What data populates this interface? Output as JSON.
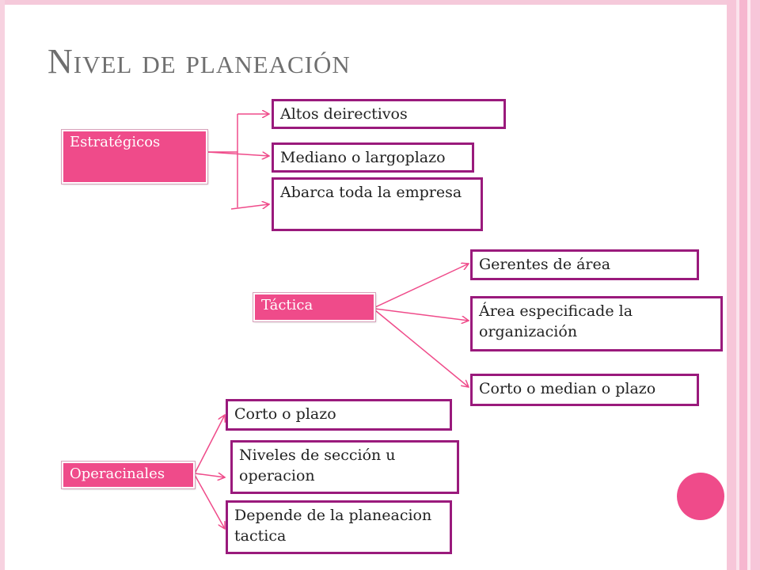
{
  "title": "Nivel de planeación",
  "colors": {
    "accent_pink": "#ef4b8a",
    "box_border": "#9a1a7c",
    "title_text": "#6f6f6f",
    "arrow": "#ef4b8a",
    "frame": "#f5c9da"
  },
  "groups": [
    {
      "label": "Estratégicos",
      "items": [
        "Altos deirectivos",
        "Mediano o largoplazo",
        "Abarca toda la empresa"
      ]
    },
    {
      "label": "Táctica",
      "items": [
        "Gerentes de área",
        "Área especificade la organización",
        "Corto o median o plazo"
      ]
    },
    {
      "label": "Operacinales",
      "items": [
        "Corto o plazo",
        "Niveles de sección u operacion",
        "Depende de la planeacion tactica"
      ]
    }
  ]
}
